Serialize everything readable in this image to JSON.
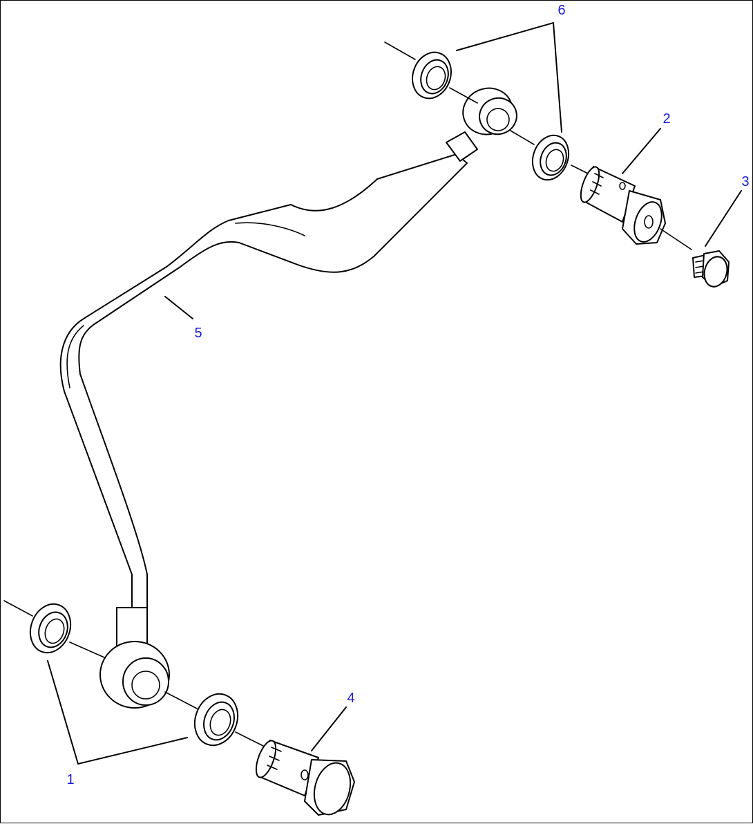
{
  "diagram": {
    "callouts": {
      "c1": "1",
      "c2": "2",
      "c3": "3",
      "c4": "4",
      "c5": "5",
      "c6": "6"
    },
    "colors": {
      "line": "#000000",
      "callout": "#1a1ad6",
      "background": "#ffffff"
    }
  }
}
